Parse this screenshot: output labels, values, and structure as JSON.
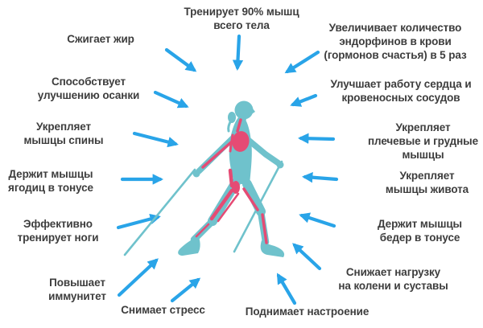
{
  "colors": {
    "arrow": "#29a4e8",
    "body": "#6fc2cc",
    "muscle": "#e54b74",
    "text": "#3d3d3d",
    "background": "#ffffff"
  },
  "illustration": {
    "name": "nordic-walker-figure"
  },
  "labels": {
    "trains_total": {
      "text": "Тренирует 90% мышц\nвсего тела"
    },
    "burns_fat": {
      "text": "Сжигает жир"
    },
    "endorphins": {
      "text": "Увеличивает количество\nэндорфинов в крови\n(гормонов счастья) в 5 раз"
    },
    "posture": {
      "text": "Способствует\nулучшению осанки"
    },
    "heart": {
      "text": "Улучшает работу сердца и\nкровеносных сосудов"
    },
    "back": {
      "text": "Укрепляет\nмышцы спины"
    },
    "shoulders": {
      "text": "Укрепляет\nплечевые и грудные\nмышцы"
    },
    "glutes": {
      "text": "Держит мышцы\nягодиц в тонусе"
    },
    "abs": {
      "text": "Укрепляет\nмышцы живота"
    },
    "legs": {
      "text": "Эффективно\nтренирует ноги"
    },
    "hips": {
      "text": "Держит мышцы\nбедер в тонусе"
    },
    "immunity": {
      "text": "Повышает\nиммунитет"
    },
    "knees": {
      "text": "Снижает нагрузку\nна колени и суставы"
    },
    "stress": {
      "text": "Снимает стресс"
    },
    "mood": {
      "text": "Поднимает настроение"
    }
  }
}
